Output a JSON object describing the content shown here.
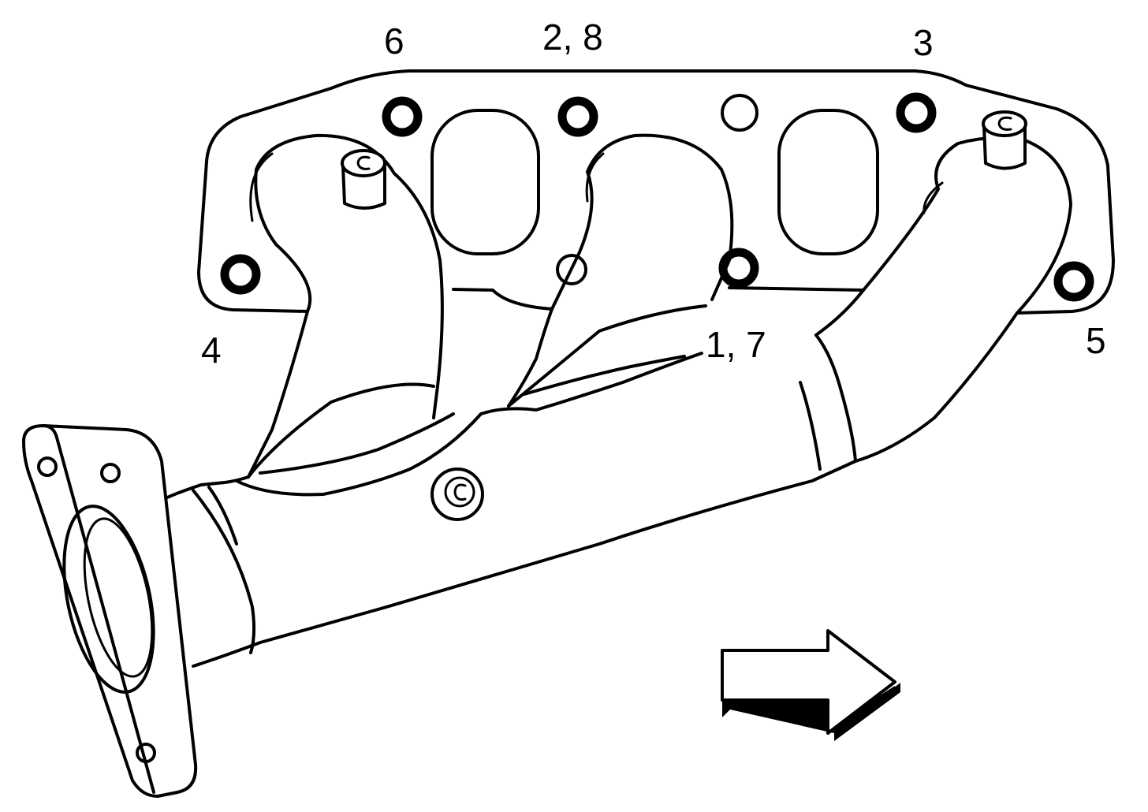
{
  "callouts": {
    "bolt_6": "6",
    "bolt_2_8": "2, 8",
    "bolt_3": "3",
    "bolt_4": "4",
    "bolt_1_7": "1, 7",
    "bolt_5": "5"
  },
  "colors": {
    "line": "#000000",
    "background": "#ffffff"
  },
  "icons": {
    "direction": "arrow-right-icon"
  }
}
